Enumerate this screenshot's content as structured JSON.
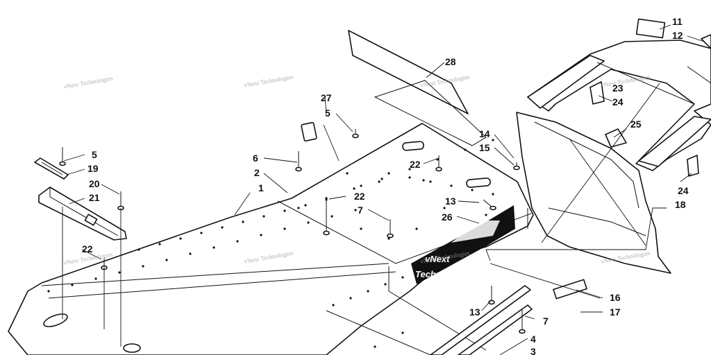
{
  "watermark": {
    "line1": "vNext",
    "line2": "Technologies",
    "full": "vNext Technologies"
  },
  "decal": {
    "line1": "vNext",
    "line2": "Technologies"
  },
  "callouts": [
    {
      "label": "1"
    },
    {
      "label": "2"
    },
    {
      "label": "3"
    },
    {
      "label": "4"
    },
    {
      "label": "5"
    },
    {
      "label": "5"
    },
    {
      "label": "6"
    },
    {
      "label": "7"
    },
    {
      "label": "7"
    },
    {
      "label": "11"
    },
    {
      "label": "12"
    },
    {
      "label": "13"
    },
    {
      "label": "13"
    },
    {
      "label": "14"
    },
    {
      "label": "15"
    },
    {
      "label": "16"
    },
    {
      "label": "17"
    },
    {
      "label": "18"
    },
    {
      "label": "19"
    },
    {
      "label": "20"
    },
    {
      "label": "21"
    },
    {
      "label": "22"
    },
    {
      "label": "22"
    },
    {
      "label": "22"
    },
    {
      "label": "23"
    },
    {
      "label": "24"
    },
    {
      "label": "24"
    },
    {
      "label": "25"
    },
    {
      "label": "26"
    },
    {
      "label": "27"
    },
    {
      "label": "28"
    }
  ]
}
